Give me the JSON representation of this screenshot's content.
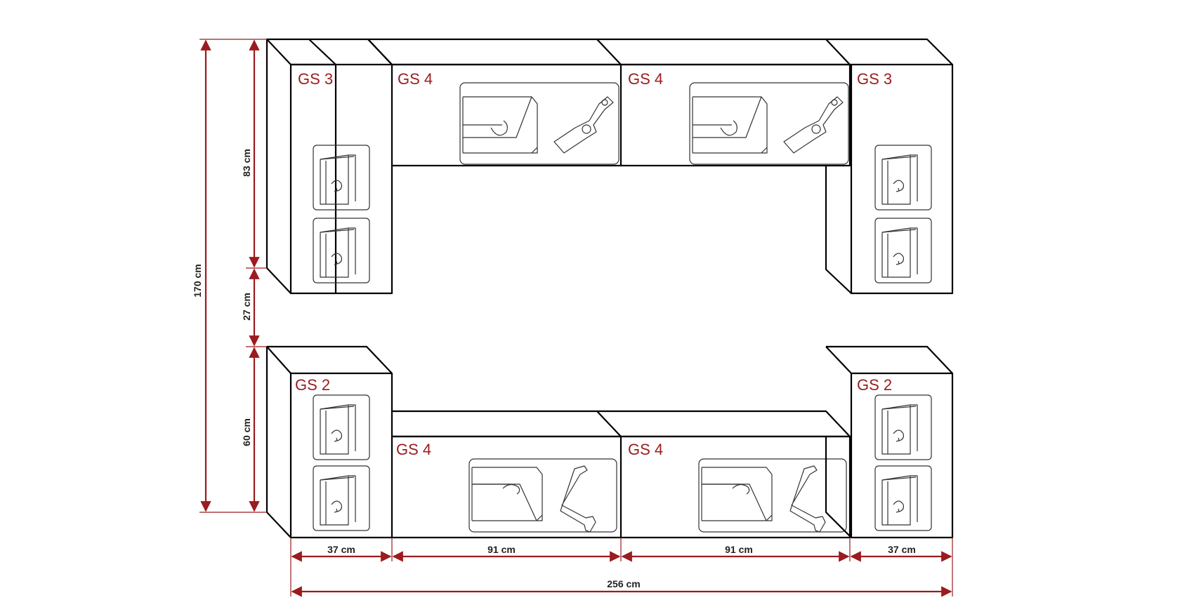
{
  "colors": {
    "outline": "#000000",
    "dimension": "#9b1b1e",
    "module_label": "#9b1b1e",
    "dimension_text": "#222222",
    "background": "#ffffff"
  },
  "modules": {
    "top_left": "GS 3",
    "top_center_left": "GS 4",
    "top_center_right": "GS 4",
    "top_right": "GS 3",
    "bottom_left": "GS 2",
    "bottom_center_left": "GS 4",
    "bottom_center_right": "GS 4",
    "bottom_right": "GS 2"
  },
  "dimensions": {
    "total_height": "170 cm",
    "upper_height": "83 cm",
    "gap_height": "27 cm",
    "lower_height": "60 cm",
    "width_left": "37 cm",
    "width_center_left": "91 cm",
    "width_center_right": "91 cm",
    "width_right": "37 cm",
    "total_width": "256 cm"
  }
}
